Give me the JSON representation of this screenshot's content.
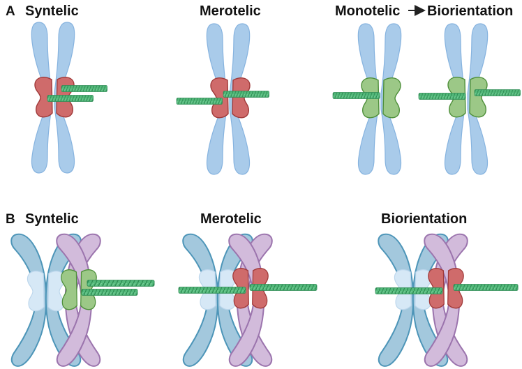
{
  "panels": {
    "a": {
      "letter": "A",
      "titles": {
        "syntelic": "Syntelic",
        "merotelic": "Merotelic",
        "monotelic": "Monotelic",
        "biorientation": "Biorientation"
      }
    },
    "b": {
      "letter": "B",
      "titles": {
        "syntelic": "Syntelic",
        "merotelic": "Merotelic",
        "biorientation": "Biorientation"
      }
    }
  },
  "colors": {
    "chromatid_blue": "#a9cbea",
    "chromatid_teal": "#a3c8dd",
    "chromatid_purple": "#d2bbdb",
    "kinetochore_red": "#cf6b6b",
    "kinetochore_green": "#9cc887",
    "kinetochore_pale": "#d6e8f6",
    "microtubule": "#3fa86a",
    "arrow": "#222222"
  },
  "icons": {
    "microtubule": "striped-rod",
    "arrow": "right-arrow"
  }
}
